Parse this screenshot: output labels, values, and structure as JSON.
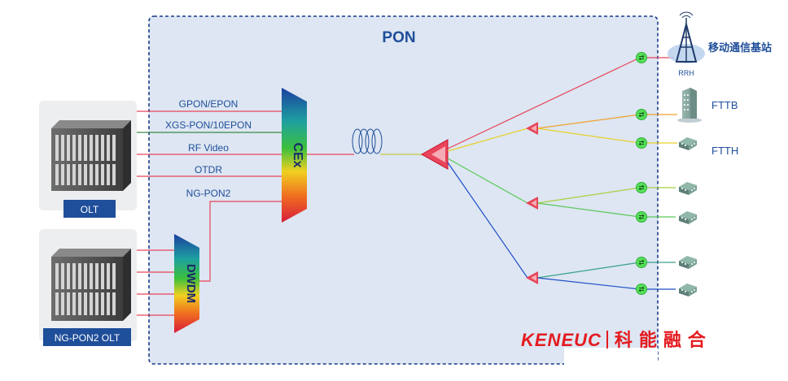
{
  "diagram": {
    "title": "PON",
    "olt_label": "OLT",
    "ngpon2_olt_label": "NG-PON2 OLT",
    "cex_label": "CEx",
    "dwdm_label": "DWDM",
    "services": [
      "GPON/EPON",
      "XGS-PON/10EPON",
      "RF Video",
      "OTDR",
      "NG-PON2"
    ],
    "rrh_label": "RRH",
    "base_station_label": "移动通信基站",
    "fttb_label": "FTTB",
    "ftth_label": "FTTH",
    "brand_latin": "KENEUC",
    "brand_cn": "科能融合"
  },
  "colors": {
    "pon_bg": "#dde6f2",
    "pon_border": "#1a3a8a",
    "label_blue": "#1f4e9a",
    "olt_badge": "#1f4e9a",
    "brand": "#e41a1f"
  }
}
